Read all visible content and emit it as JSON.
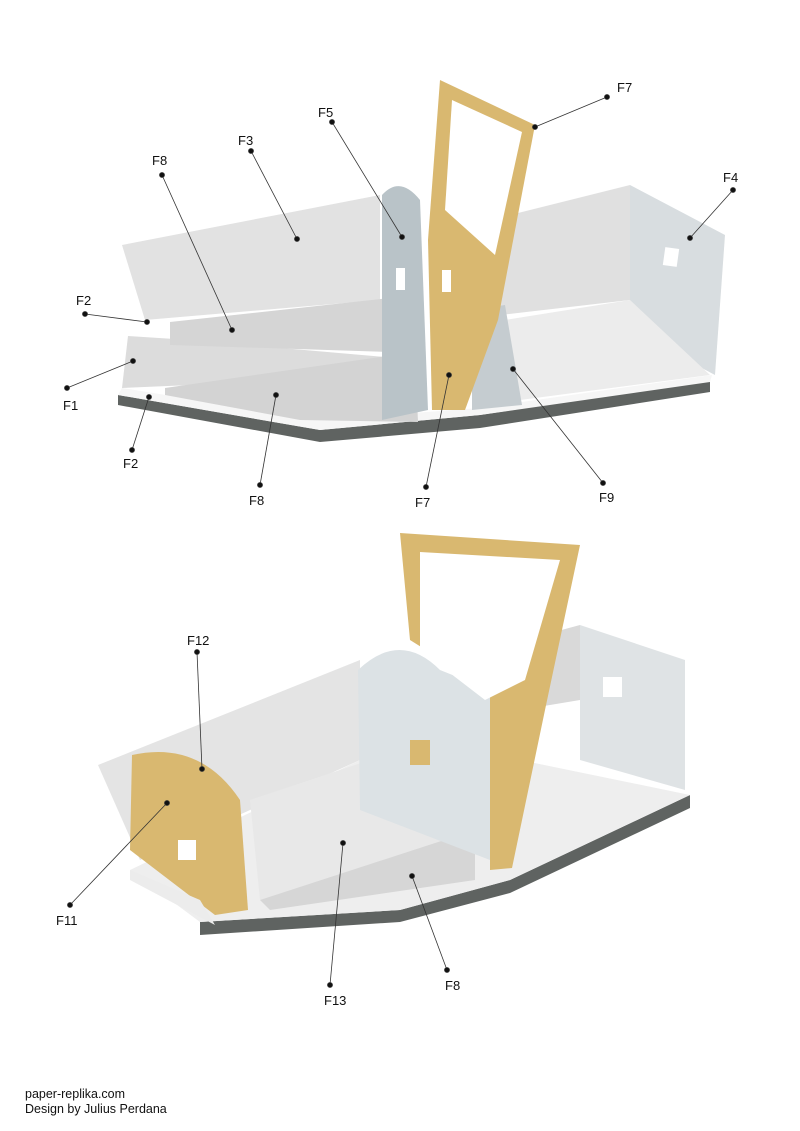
{
  "diagram_top": {
    "labels": [
      "F7",
      "F5",
      "F3",
      "F8",
      "F4",
      "F2",
      "F1",
      "F2",
      "F8",
      "F7",
      "F9"
    ]
  },
  "diagram_bottom": {
    "labels": [
      "F12",
      "F11",
      "F13",
      "F8"
    ]
  },
  "colors": {
    "wall": "#e3e3e3",
    "wall_dark": "#c9cfd3",
    "bulkhead": "#b9c3c8",
    "gold": "#d9b870",
    "hull_edge": "#5f6361",
    "floor": "#eeeeee"
  },
  "footer": {
    "site": "paper-replika.com",
    "credit": "Design by Julius Perdana"
  }
}
